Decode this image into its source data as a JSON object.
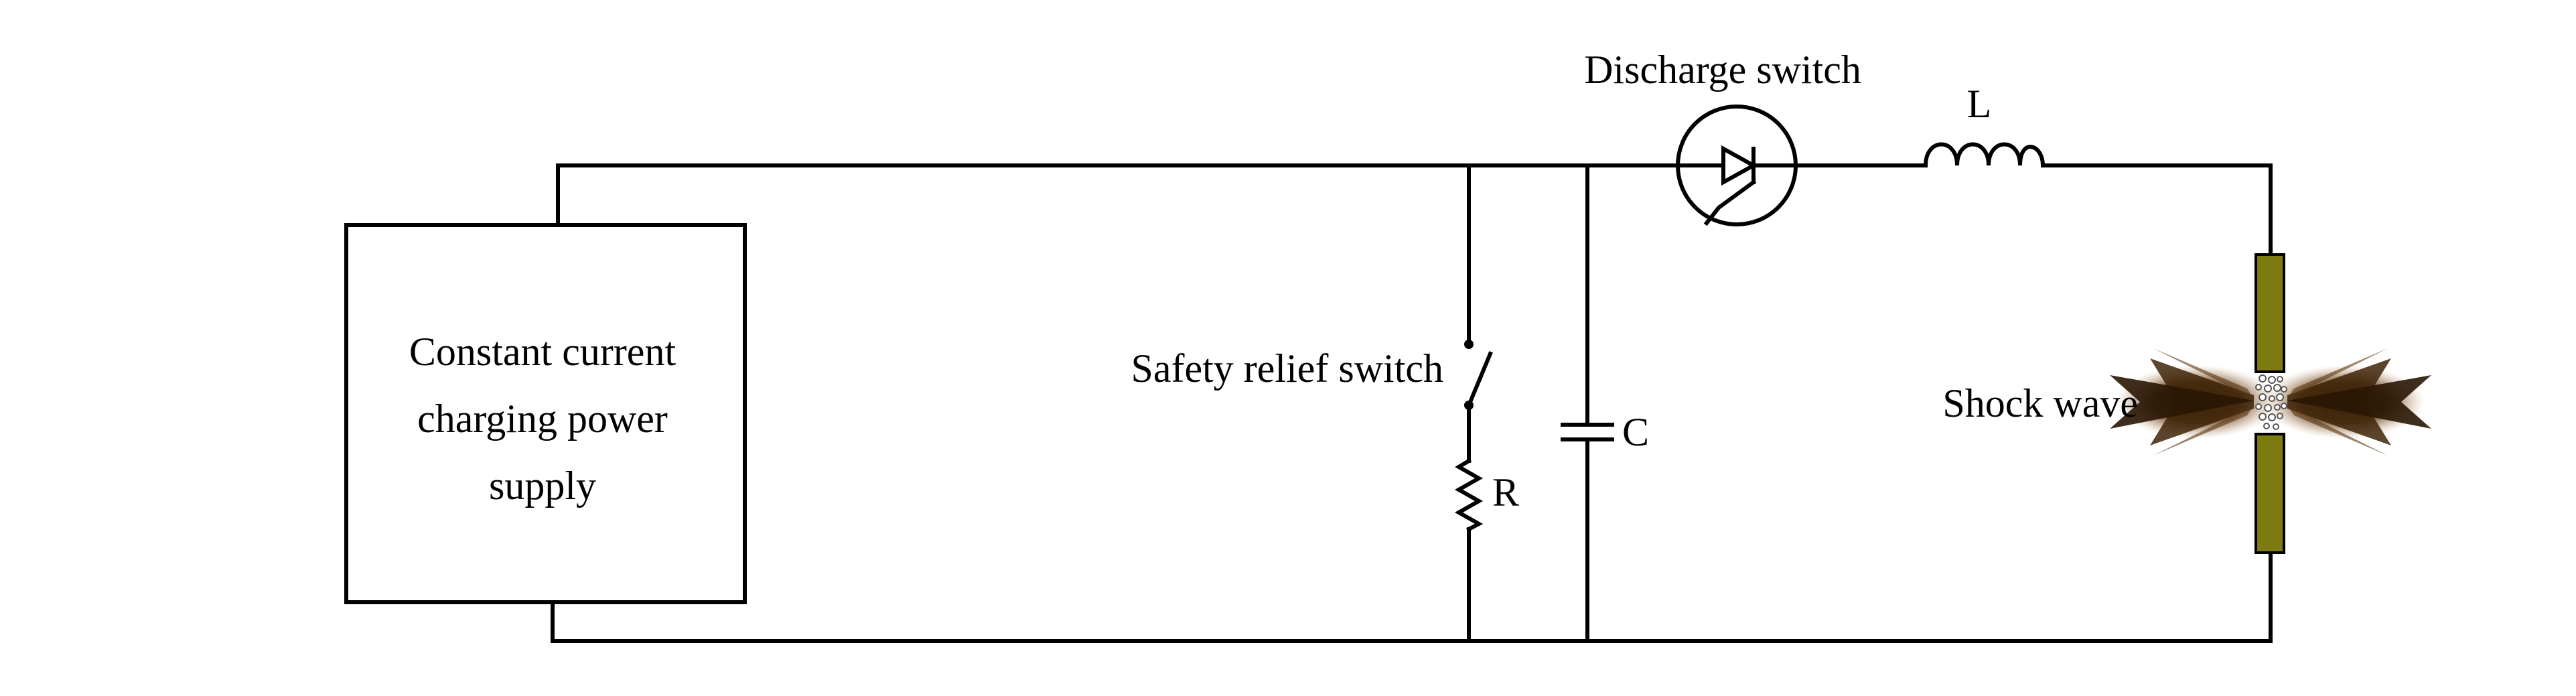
{
  "diagram": {
    "power_supply": {
      "lines": [
        "Constant current",
        "charging power",
        "supply"
      ]
    },
    "safety_switch_label": "Safety relief switch",
    "resistor_label": "R",
    "capacitor_label": "C",
    "discharge_switch_label": "Discharge switch",
    "inductor_label": "L",
    "shock_wave_label": "Shock wave",
    "colors": {
      "wire": "#000000",
      "electrode": "#7d7a10",
      "shock_wave": "#4a2a08"
    }
  }
}
